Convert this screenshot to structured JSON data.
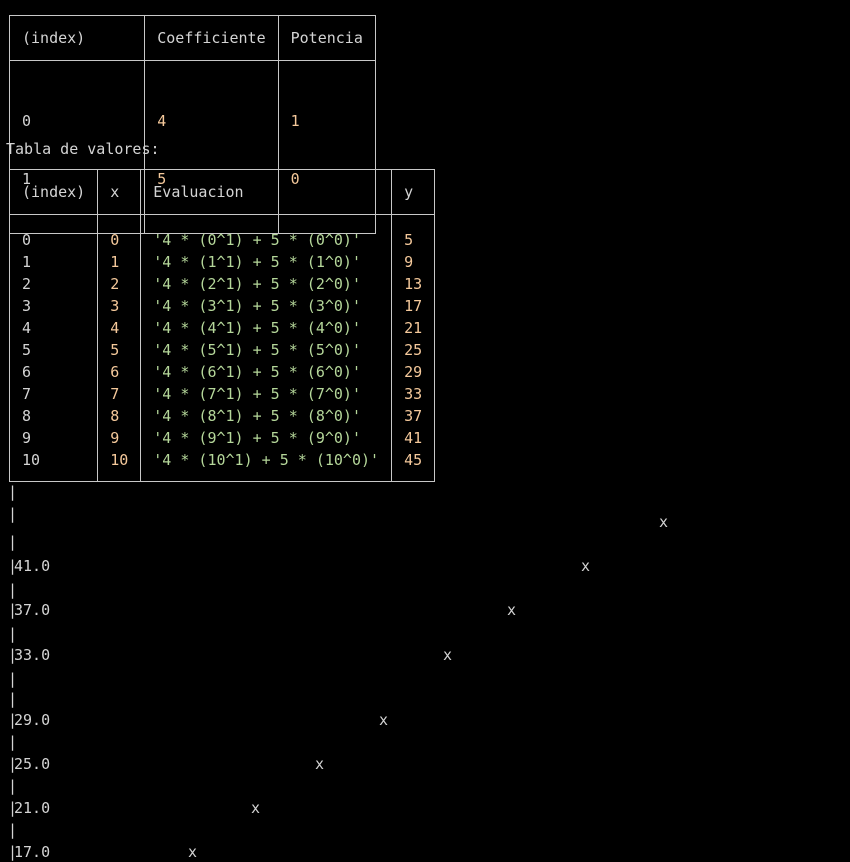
{
  "coef_table": {
    "headers": [
      "(index)",
      "Coefficiente",
      "Potencia"
    ],
    "rows": [
      {
        "index": "0",
        "coef": "4",
        "pot": "1"
      },
      {
        "index": "1",
        "coef": "5",
        "pot": "0"
      }
    ]
  },
  "values_label": "Tabla de valores:",
  "values_table": {
    "headers": [
      "(index)",
      "x",
      "Evaluacion",
      "y"
    ],
    "rows": [
      {
        "index": "0",
        "x": "0",
        "eval": "'4 * (0^1) + 5 * (0^0)'",
        "y": "5"
      },
      {
        "index": "1",
        "x": "1",
        "eval": "'4 * (1^1) + 5 * (1^0)'",
        "y": "9"
      },
      {
        "index": "2",
        "x": "2",
        "eval": "'4 * (2^1) + 5 * (2^0)'",
        "y": "13"
      },
      {
        "index": "3",
        "x": "3",
        "eval": "'4 * (3^1) + 5 * (3^0)'",
        "y": "17"
      },
      {
        "index": "4",
        "x": "4",
        "eval": "'4 * (4^1) + 5 * (4^0)'",
        "y": "21"
      },
      {
        "index": "5",
        "x": "5",
        "eval": "'4 * (5^1) + 5 * (5^0)'",
        "y": "25"
      },
      {
        "index": "6",
        "x": "6",
        "eval": "'4 * (6^1) + 5 * (6^0)'",
        "y": "29"
      },
      {
        "index": "7",
        "x": "7",
        "eval": "'4 * (7^1) + 5 * (7^0)'",
        "y": "33"
      },
      {
        "index": "8",
        "x": "8",
        "eval": "'4 * (8^1) + 5 * (8^0)'",
        "y": "37"
      },
      {
        "index": "9",
        "x": "9",
        "eval": "'4 * (9^1) + 5 * (9^0)'",
        "y": "41"
      },
      {
        "index": "10",
        "x": "10",
        "eval": "'4 * (10^1) + 5 * (10^0)'",
        "y": "45"
      }
    ]
  },
  "ascii_plot": {
    "y_tick_labels": [
      "41.0",
      "37.0",
      "33.0",
      "29.0",
      "25.0",
      "21.0",
      "17.0"
    ],
    "axis_char": "|",
    "marker_char": "x"
  },
  "chart_data": {
    "type": "scatter",
    "title": "",
    "xlabel": "",
    "ylabel": "",
    "yticks": [
      41.0,
      37.0,
      33.0,
      29.0,
      25.0,
      21.0,
      17.0
    ],
    "points": [
      {
        "x": 10,
        "y": 45
      },
      {
        "x": 9,
        "y": 41
      },
      {
        "x": 8,
        "y": 37
      },
      {
        "x": 7,
        "y": 33
      },
      {
        "x": 6,
        "y": 29
      },
      {
        "x": 5,
        "y": 25
      },
      {
        "x": 4,
        "y": 21
      },
      {
        "x": 3,
        "y": 17
      }
    ]
  }
}
